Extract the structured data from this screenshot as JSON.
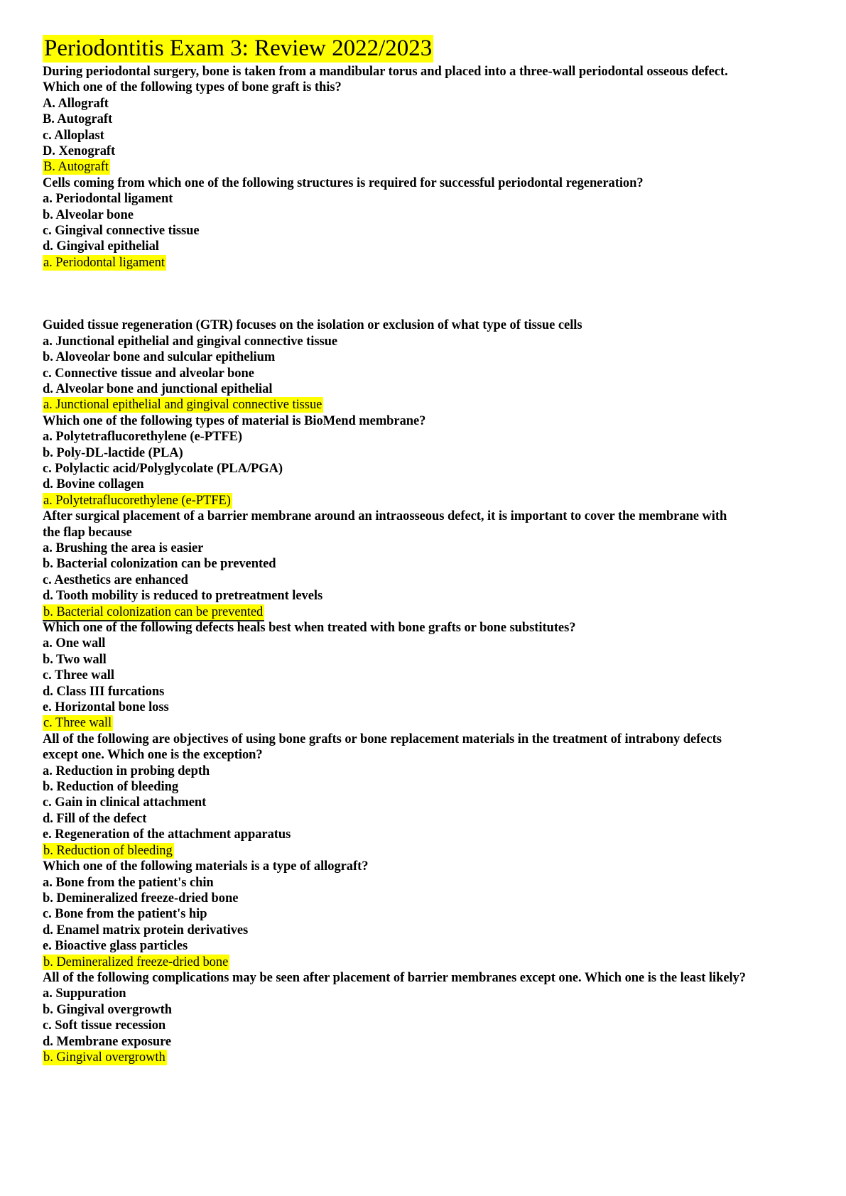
{
  "document": {
    "title": "Periodontitis Exam 3: Review 2022/2023",
    "highlight_color": "#ffff00",
    "text_color": "#000000",
    "background_color": "#ffffff"
  },
  "questions": [
    {
      "prompt": "During periodontal surgery, bone is taken from a mandibular torus and placed into a three-wall periodontal osseous defect. Which one of the following types of bone graft is this?",
      "options": [
        "A. Allograft",
        "B. Autograft",
        "c. Alloplast",
        "D. Xenograft"
      ],
      "answer": "B. Autograft",
      "answer_underlined": false
    },
    {
      "prompt": "Cells coming from which one of the following structures is required for successful periodontal regeneration?",
      "options": [
        "a. Periodontal ligament",
        "b. Alveolar bone",
        "c. Gingival connective tissue",
        "d. Gingival epithelial"
      ],
      "answer": "a. Periodontal ligament",
      "answer_underlined": false
    },
    {
      "prompt": "Guided tissue regeneration (GTR) focuses on the isolation or exclusion of what type of tissue cells",
      "options": [
        "a. Junctional epithelial and gingival connective tissue",
        "b. Aloveolar bone and sulcular epithelium",
        "c. Connective tissue and alveolar bone",
        "d. Alveolar bone and junctional epithelial"
      ],
      "answer": "a. Junctional epithelial and gingival connective tissue",
      "answer_underlined": false
    },
    {
      "prompt": "Which one of the following types of material is BioMend membrane?",
      "options": [
        "a. Polytetraflucorethylene (e-PTFE)",
        "b. Poly-DL-lactide (PLA)",
        "c. Polylactic acid/Polyglycolate (PLA/PGA)",
        "d. Bovine collagen"
      ],
      "answer": "a. Polytetraflucorethylene (e-PTFE)",
      "answer_underlined": false
    },
    {
      "prompt": "After surgical placement of a barrier membrane around an intraosseous defect, it is important to cover the membrane with the flap because",
      "options": [
        "a. Brushing the area is easier",
        "b. Bacterial colonization can be prevented",
        "c. Aesthetics are enhanced",
        "d. Tooth mobility is reduced to pretreatment levels"
      ],
      "answer": "b. Bacterial colonization can be prevented",
      "answer_underlined": true
    },
    {
      "prompt": "Which one of the following defects heals best when treated with bone grafts or bone substitutes?",
      "options": [
        "a. One wall",
        "b. Two wall",
        "c. Three wall",
        "d. Class III furcations",
        "e. Horizontal bone loss"
      ],
      "answer": "c. Three wall",
      "answer_underlined": false
    },
    {
      "prompt": "All of the following are objectives of using bone grafts or bone replacement materials in the treatment of intrabony defects except one. Which one is the exception?",
      "options": [
        "a. Reduction in probing depth",
        "b. Reduction of bleeding",
        "c. Gain in clinical attachment",
        "d. Fill of the defect",
        "e. Regeneration of the attachment apparatus"
      ],
      "answer": "b. Reduction of bleeding",
      "answer_underlined": false
    },
    {
      "prompt": "Which one of the following materials is a type of allograft?",
      "options": [
        "a. Bone from the patient's chin",
        "b. Demineralized freeze-dried bone",
        "c. Bone from the patient's hip",
        "d. Enamel matrix protein derivatives",
        "e. Bioactive glass particles"
      ],
      "answer": "b. Demineralized freeze-dried bone",
      "answer_underlined": false
    },
    {
      "prompt": "All of the following complications may be seen after placement of barrier membranes except one. Which one is the least likely?",
      "options": [
        "a. Suppuration",
        "b. Gingival overgrowth",
        "c. Soft tissue recession",
        "d. Membrane exposure"
      ],
      "answer": "b. Gingival overgrowth",
      "answer_underlined": false
    }
  ],
  "layout": {
    "gap_after_question_index": 1
  }
}
